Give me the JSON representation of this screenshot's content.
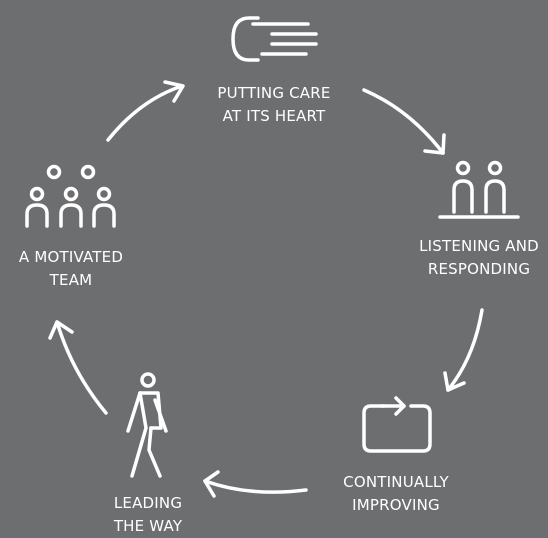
{
  "diagram": {
    "colors": {
      "background": "#6d6e70",
      "foreground": "#ffffff"
    },
    "steps": [
      {
        "id": "care",
        "icon": "hand-icon",
        "lines": [
          "PUTTING CARE",
          "AT ITS HEART"
        ]
      },
      {
        "id": "listening",
        "icon": "people-at-table-icon",
        "lines": [
          "LISTENING AND",
          "RESPONDING"
        ]
      },
      {
        "id": "improving",
        "icon": "repeat-arrow-icon",
        "lines": [
          "CONTINUALLY",
          "IMPROVING"
        ]
      },
      {
        "id": "leading",
        "icon": "walking-person-icon",
        "lines": [
          "LEADING",
          "THE WAY"
        ]
      },
      {
        "id": "team",
        "icon": "team-icon",
        "lines": [
          "A MOTIVATED",
          "TEAM"
        ]
      }
    ]
  }
}
